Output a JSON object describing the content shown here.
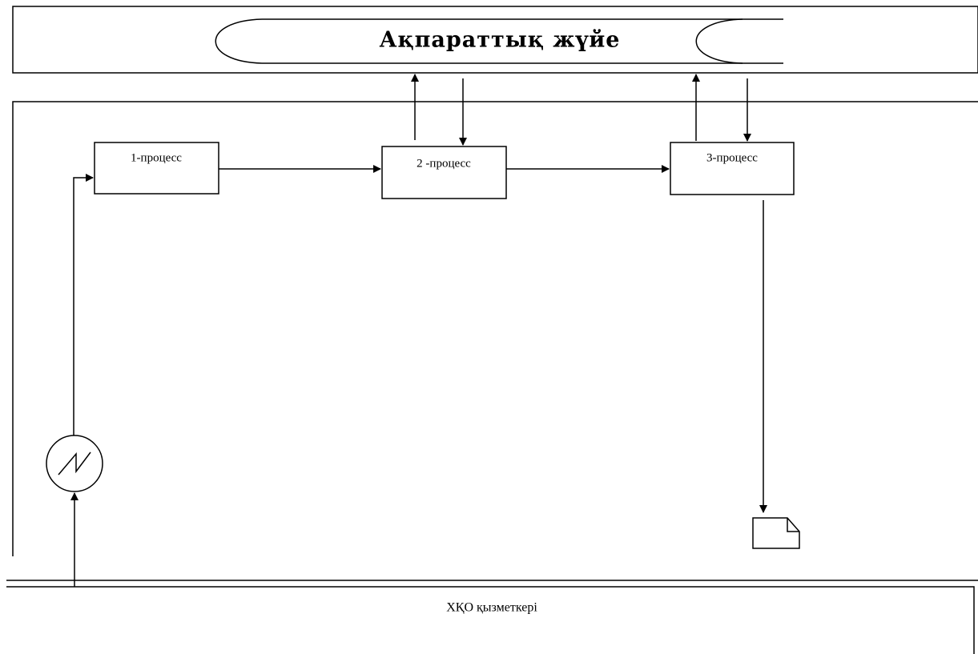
{
  "system_lane": {
    "title": "Ақпараттық жүйе"
  },
  "processes": [
    {
      "id": "p1",
      "label": "1-процесс"
    },
    {
      "id": "p2",
      "label": "2 -процесс"
    },
    {
      "id": "p3",
      "label": "3-процесс"
    }
  ],
  "employee_lane": {
    "label": "ХҚО қызметкері"
  },
  "icons": {
    "start": "lightning-start-icon",
    "end": "document-icon"
  },
  "colors": {
    "line": "#000000",
    "background": "#ffffff"
  }
}
